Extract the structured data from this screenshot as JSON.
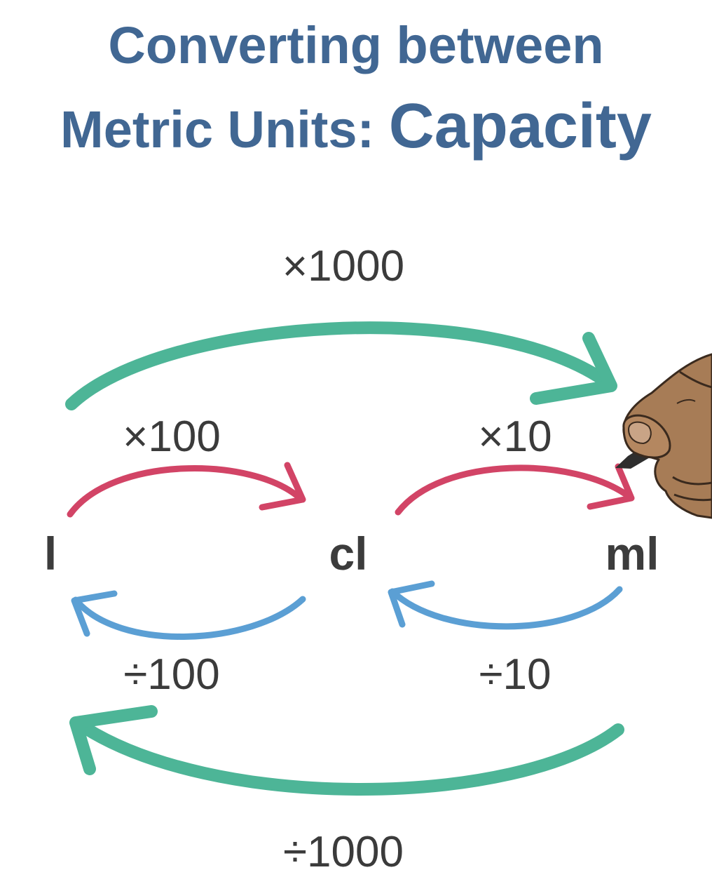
{
  "title": {
    "line1": "Converting between",
    "line2_prefix": "Metric Units: ",
    "line2_emphasis": "Capacity"
  },
  "units": {
    "litre": "l",
    "centilitre": "cl",
    "millilitre": "ml"
  },
  "conversions": {
    "l_to_ml": "×1000",
    "l_to_cl": "×100",
    "cl_to_ml": "×10",
    "cl_to_l": "÷100",
    "ml_to_cl": "÷10",
    "ml_to_l": "÷1000"
  },
  "colors": {
    "title": "#416793",
    "arrow_long": "#4db597",
    "arrow_multiply": "#d24466",
    "arrow_divide": "#5b9fd4",
    "text": "#3b3b3b"
  },
  "icons": {
    "hand": "hand-holding-pen-icon"
  }
}
